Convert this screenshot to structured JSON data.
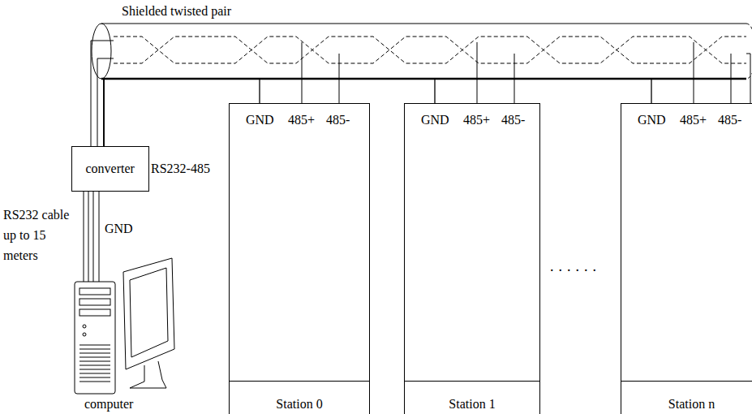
{
  "diagram": {
    "nodes": [
      {
        "text": [
          "converter"
        ]
      },
      {
        "text": [
          "GND",
          "485+",
          "485-",
          "Station 0"
        ]
      },
      {
        "text": [
          "GND",
          "485+",
          "485-",
          "Station 1"
        ]
      },
      {
        "text": [
          "GND",
          "485+",
          "485-",
          "Station n"
        ]
      }
    ],
    "edges": [
      {
        "from": 0,
        "to": 1,
        "arrow": "none"
      },
      {
        "from": 0,
        "to": 2,
        "arrow": "none"
      },
      {
        "from": 0,
        "to": 3,
        "arrow": "none"
      }
    ],
    "labels": [
      "Shielded twisted pair",
      "RS232-485",
      "RS232 cable up to 15 meters",
      "GND",
      "computer",
      "......"
    ]
  }
}
